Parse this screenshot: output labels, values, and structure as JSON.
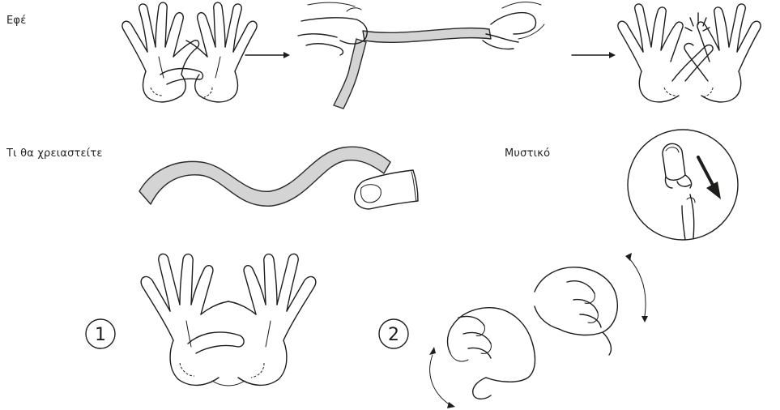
{
  "labels": {
    "effect": "Εφέ",
    "what_you_need": "Τι θα χρειαστείτε",
    "secret": "Μυστικό"
  },
  "steps": [
    {
      "number": "1"
    },
    {
      "number": "2"
    }
  ],
  "icons": [
    "hands-crossed-icon",
    "arrow-right-icon",
    "rope-stretch-icon",
    "hands-spark-icon",
    "rope-icon",
    "thumb-tip-icon",
    "thumb-tip-secret-icon",
    "hands-twist-icon"
  ]
}
